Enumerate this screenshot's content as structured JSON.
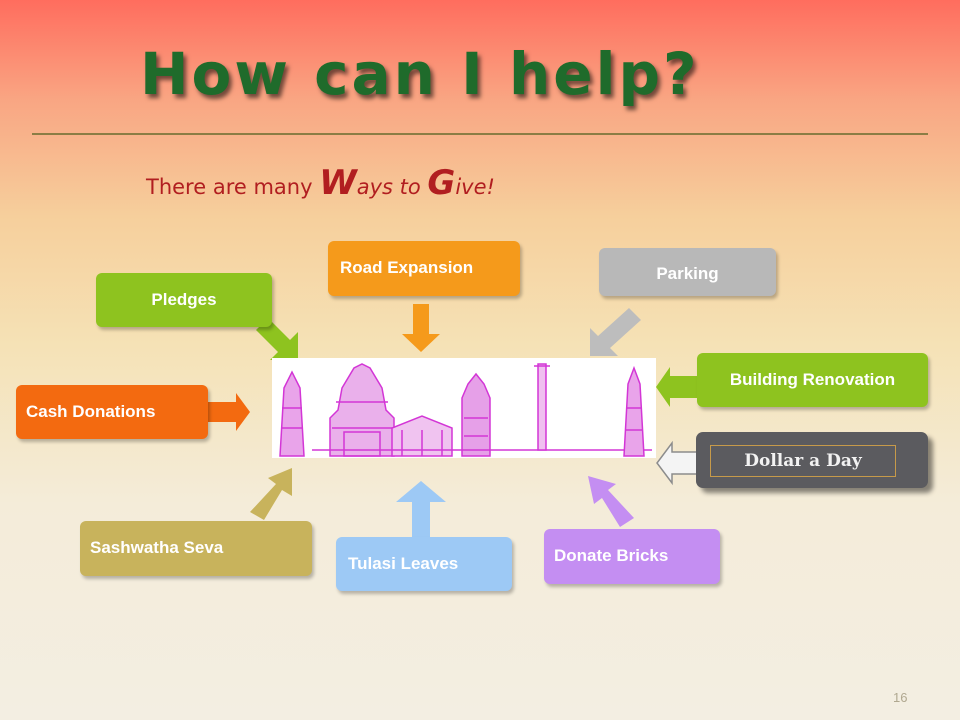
{
  "title": "How can I help?",
  "subtitle": {
    "prefix": "There are many ",
    "w_cap": "W",
    "ways_rest": "ays to ",
    "g_cap": "G",
    "give_rest": "ive!"
  },
  "boxes": {
    "road_expansion": "Road Expansion",
    "parking": "Parking",
    "pledges": "Pledges",
    "building_renovation": "Building Renovation",
    "cash_donations": "Cash Donations",
    "dollar_a_day": "Dollar a Day",
    "sashwatha_seva": "Sashwatha Seva",
    "tulasi_leaves": "Tulasi Leaves",
    "donate_bricks": "Donate Bricks"
  },
  "colors": {
    "title": "#1f6b2b",
    "subtitle": "#b11e20",
    "green": "#8ec31f",
    "orange_road": "#f59a1b",
    "orange_cash": "#f36a10",
    "gray_parking": "#b8b8b8",
    "olive_seva": "#c8b35c",
    "blue_tulasi": "#9dc9f5",
    "purple_bricks": "#c48ef2",
    "dark_dollar": "#5b5b5f",
    "temple": "#d336d6"
  },
  "page_number": "16"
}
